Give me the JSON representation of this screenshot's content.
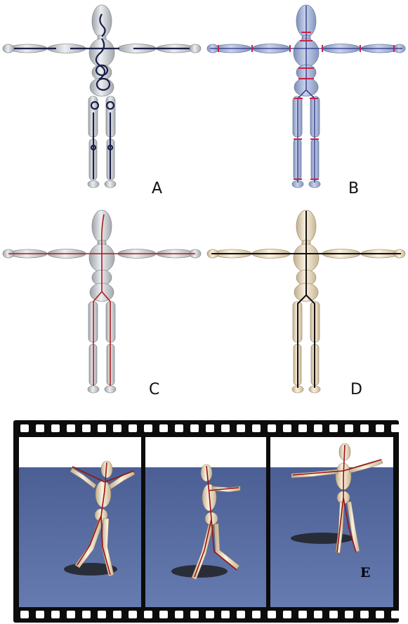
{
  "figure": {
    "panels": [
      {
        "label": "A",
        "style": "gray-mesh-dark-curves"
      },
      {
        "label": "B",
        "style": "blue-mesh-bone-markers"
      },
      {
        "label": "C",
        "style": "gray-mesh-red-skeleton"
      },
      {
        "label": "D",
        "style": "cream-mesh-black-skeleton"
      }
    ],
    "filmstrip": {
      "label": "E",
      "frames": [
        "walking-pose-1",
        "walking-pose-2",
        "arms-out-pose-3"
      ]
    },
    "colors": {
      "mesh_gray": "#d6d8da",
      "mesh_blue": "#a9b8d6",
      "mesh_cream": "#f1e4cc",
      "curve_navy": "#1a1f4a",
      "skeleton_red": "#b01818",
      "film_black": "#0c0c0c",
      "floor_blue": "#5a6fa3"
    }
  }
}
